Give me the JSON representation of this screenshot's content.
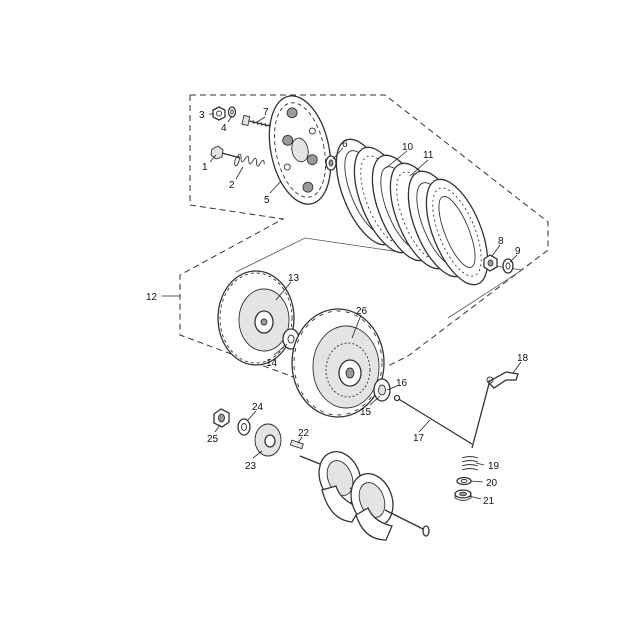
{
  "callouts": [
    "1",
    "2",
    "3",
    "4",
    "5",
    "6",
    "7",
    "8",
    "9",
    "10",
    "11",
    "12",
    "13",
    "14",
    "15",
    "16",
    "17",
    "18",
    "19",
    "20",
    "21",
    "22",
    "23",
    "24",
    "25",
    "26"
  ],
  "colors": {
    "line": "#333333",
    "background": "#ffffff"
  }
}
